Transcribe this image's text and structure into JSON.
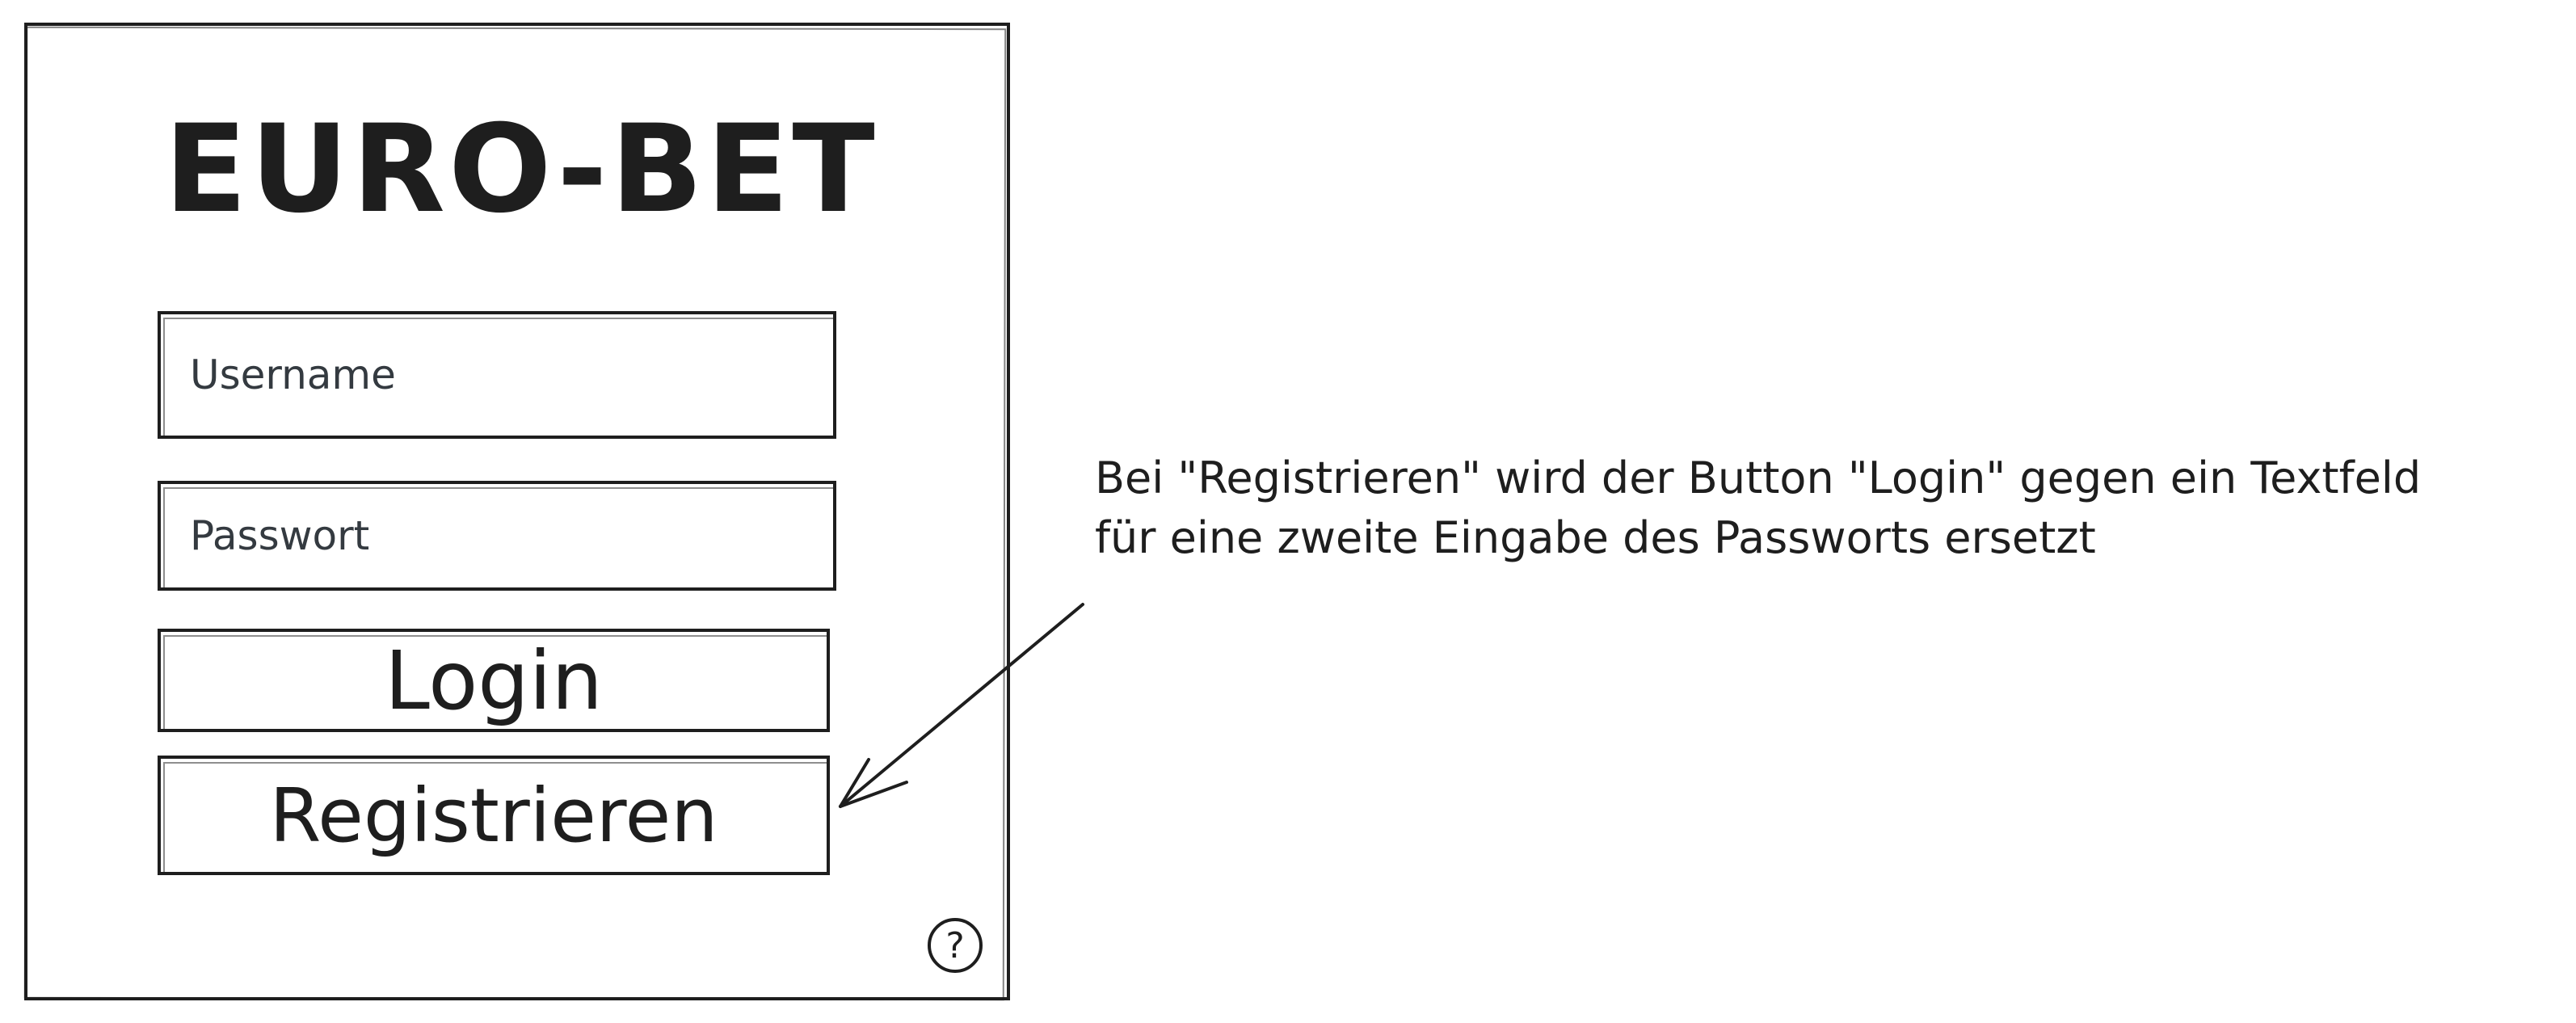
{
  "app": {
    "logo_text": "EURO-BET"
  },
  "form": {
    "username_placeholder": "Username",
    "password_placeholder": "Passwort",
    "login_label": "Login",
    "register_label": "Registrieren",
    "help_label": "?"
  },
  "annotation": {
    "line1": "Bei \"Registrieren\" wird der Button \"Login\" gegen ein Textfeld",
    "line2": "für eine zweite Eingabe des Passworts ersetzt"
  },
  "colors": {
    "stroke": "#1e1e1e",
    "placeholder": "#343a40",
    "background": "#ffffff"
  },
  "icons": {
    "help": "question-mark-circle-icon",
    "annotation_arrow": "arrow-icon"
  }
}
